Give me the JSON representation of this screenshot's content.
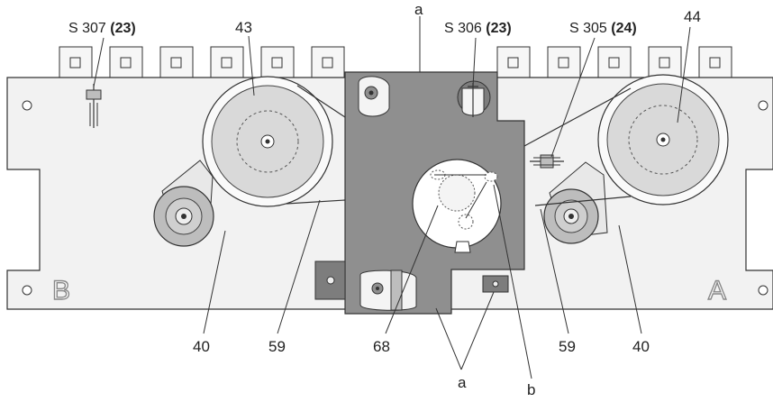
{
  "labels": {
    "switch_307": "S 307",
    "switch_307_ref": "(23)",
    "switch_306": "S 306",
    "switch_306_ref": "(23)",
    "switch_305": "S 305",
    "switch_305_ref": "(24)",
    "label_a_top": "a",
    "label_43": "43",
    "label_44": "44",
    "label_40_left": "40",
    "label_59_left": "59",
    "label_68": "68",
    "label_59_right": "59",
    "label_40_right": "40",
    "label_a_bottom": "a",
    "label_b": "b"
  },
  "panel_marks": {
    "left": "B",
    "right": "A"
  },
  "colors": {
    "frame": "#f2f2f2",
    "tab": "#f6f6f6",
    "outline": "#333333",
    "spool": "#d9d9d9",
    "plate": "#8f8f8f",
    "dark_block": "#7d7d7d",
    "roller": "#bdbdbd",
    "white": "#ffffff"
  }
}
